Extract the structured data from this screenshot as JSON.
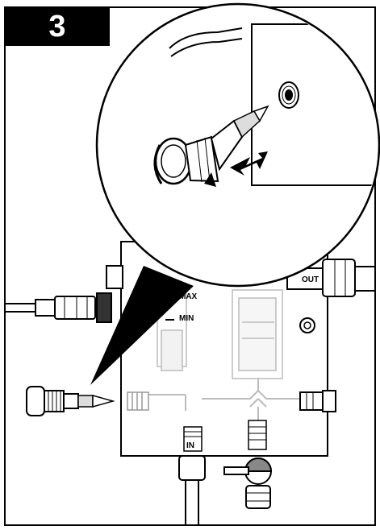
{
  "step": {
    "number": "3"
  },
  "labels": {
    "max": "MAX",
    "min": "MIN",
    "out": "OUT",
    "in": "IN"
  },
  "icons": {
    "arrow": "push-direction-arrow-icon",
    "rotate": "rotate-arrow-icon"
  }
}
